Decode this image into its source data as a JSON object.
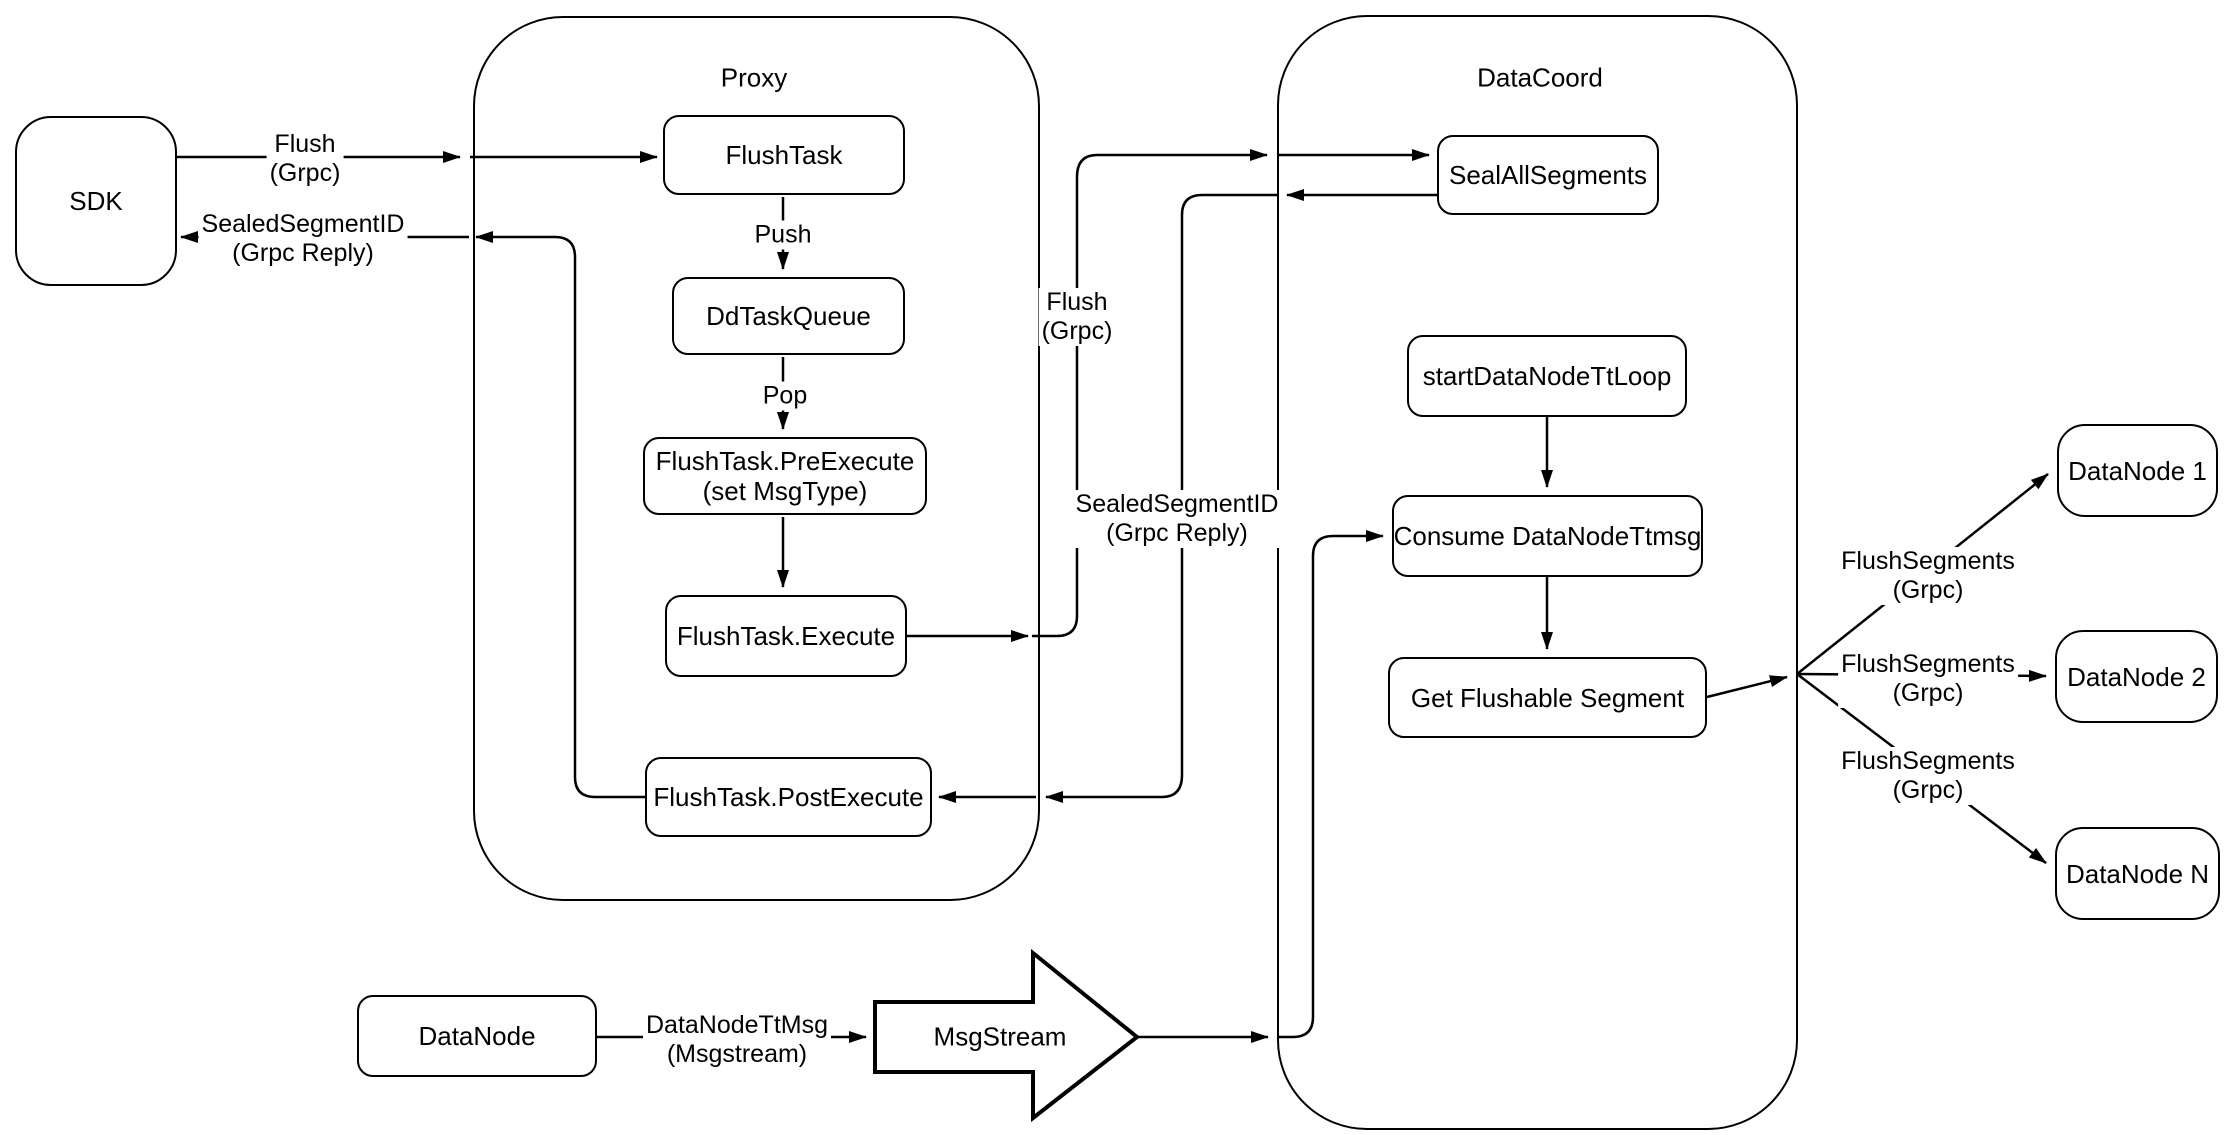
{
  "containers": {
    "proxy": {
      "title": "Proxy"
    },
    "datacoord": {
      "title": "DataCoord"
    }
  },
  "nodes": {
    "sdk": {
      "label": "SDK"
    },
    "flush_task": {
      "label": "FlushTask"
    },
    "dd_task_queue": {
      "label": "DdTaskQueue"
    },
    "pre_execute": {
      "line1": "FlushTask.PreExecute",
      "line2": "(set MsgType)"
    },
    "execute": {
      "label": "FlushTask.Execute"
    },
    "post_execute": {
      "label": "FlushTask.PostExecute"
    },
    "seal_all_segments": {
      "label": "SealAllSegments"
    },
    "start_data_node_tt_loop": {
      "label": "startDataNodeTtLoop"
    },
    "consume_data_node_ttmsg": {
      "label": "Consume DataNodeTtmsg"
    },
    "get_flushable_segment": {
      "label": "Get Flushable Segment"
    },
    "datanode_1": {
      "label": "DataNode 1"
    },
    "datanode_2": {
      "label": "DataNode 2"
    },
    "datanode_n": {
      "label": "DataNode N"
    },
    "datanode_source": {
      "label": "DataNode"
    },
    "msgstream": {
      "label": "MsgStream"
    }
  },
  "edge_labels": {
    "flush_grpc_sdk": {
      "line1": "Flush",
      "line2": "(Grpc)"
    },
    "sealed_segment_id_sdk": {
      "line1": "SealedSegmentID",
      "line2": "(Grpc Reply)"
    },
    "push": {
      "label": "Push"
    },
    "pop": {
      "label": "Pop"
    },
    "flush_grpc_mid": {
      "line1": "Flush",
      "line2": "(Grpc)"
    },
    "sealed_segment_id_mid": {
      "line1": "SealedSegmentID",
      "line2": "(Grpc Reply)"
    },
    "flush_segments_1": {
      "line1": "FlushSegments",
      "line2": "(Grpc)"
    },
    "flush_segments_2": {
      "line1": "FlushSegments",
      "line2": "(Grpc)"
    },
    "flush_segments_3": {
      "line1": "FlushSegments",
      "line2": "(Grpc)"
    },
    "datanode_tt_msg": {
      "line1": "DataNodeTtMsg",
      "line2": "(Msgstream)"
    }
  },
  "colors": {
    "stroke": "#000000",
    "node_fill": "#ffffff",
    "page_background": "#ffffff"
  }
}
